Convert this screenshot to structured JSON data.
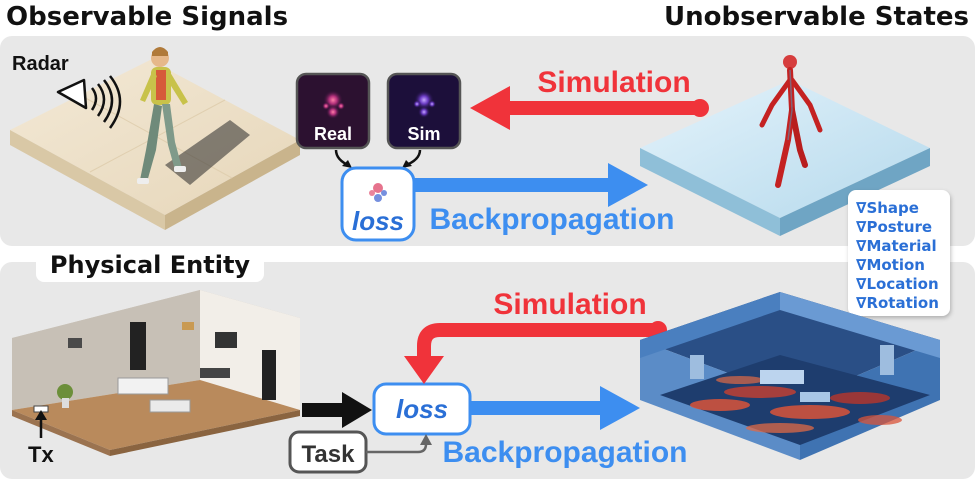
{
  "header": {
    "left_title": "Observable Signals",
    "right_title": "Unobservable States"
  },
  "top_panel": {
    "radar_label": "Radar",
    "real_label": "Real",
    "sim_label": "Sim",
    "simulation_label": "Simulation",
    "loss_label": "loss",
    "backprop_label": "Backpropagation"
  },
  "gradient_list": {
    "items": [
      "∇Shape",
      "∇Posture",
      "∇Material",
      "∇Motion",
      "∇Location",
      "∇Rotation",
      "···"
    ]
  },
  "bottom_panel": {
    "entity_label": "Physical Entity",
    "tx_label": "Tx",
    "task_label": "Task",
    "simulation_label": "Simulation",
    "loss_label": "loss",
    "backprop_label": "Backpropagation"
  },
  "colors": {
    "panel_bg": "#e8e8e8",
    "sim_red": "#f0333a",
    "backprop_blue": "#3d8ef0",
    "gradient_text": "#2a6fd6"
  }
}
